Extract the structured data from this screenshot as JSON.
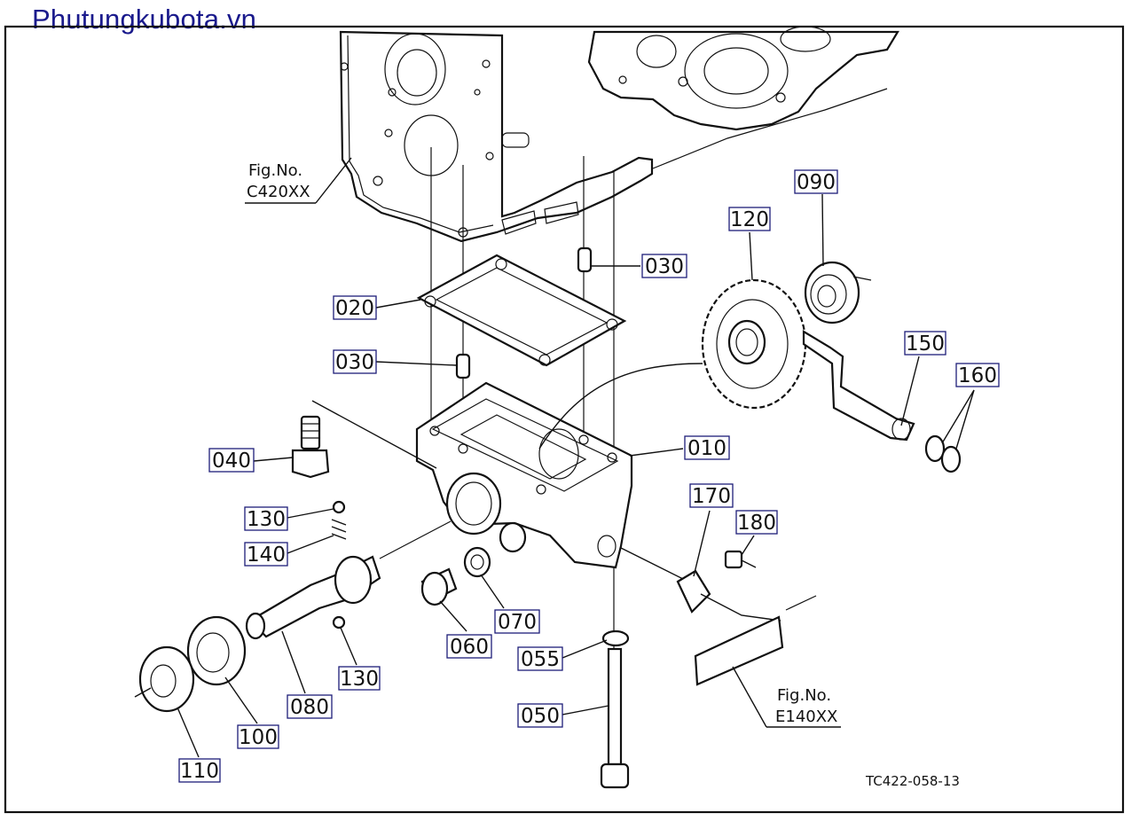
{
  "watermark": "Phutungkubota.vn",
  "figure_code": "TC422-058-13",
  "references": [
    {
      "id": "fig-c420",
      "line1": "Fig.No.",
      "line2": "C420XX"
    },
    {
      "id": "fig-e140",
      "line1": "Fig.No.",
      "line2": "E140XX"
    }
  ],
  "callouts": [
    {
      "id": "090",
      "label": "090"
    },
    {
      "id": "120",
      "label": "120"
    },
    {
      "id": "030a",
      "label": "030"
    },
    {
      "id": "020",
      "label": "020"
    },
    {
      "id": "030b",
      "label": "030"
    },
    {
      "id": "150",
      "label": "150"
    },
    {
      "id": "160",
      "label": "160"
    },
    {
      "id": "010",
      "label": "010"
    },
    {
      "id": "040",
      "label": "040"
    },
    {
      "id": "170",
      "label": "170"
    },
    {
      "id": "180",
      "label": "180"
    },
    {
      "id": "130a",
      "label": "130"
    },
    {
      "id": "140",
      "label": "140"
    },
    {
      "id": "070",
      "label": "070"
    },
    {
      "id": "060",
      "label": "060"
    },
    {
      "id": "055",
      "label": "055"
    },
    {
      "id": "130b",
      "label": "130"
    },
    {
      "id": "080",
      "label": "080"
    },
    {
      "id": "050",
      "label": "050"
    },
    {
      "id": "100",
      "label": "100"
    },
    {
      "id": "110",
      "label": "110"
    }
  ]
}
